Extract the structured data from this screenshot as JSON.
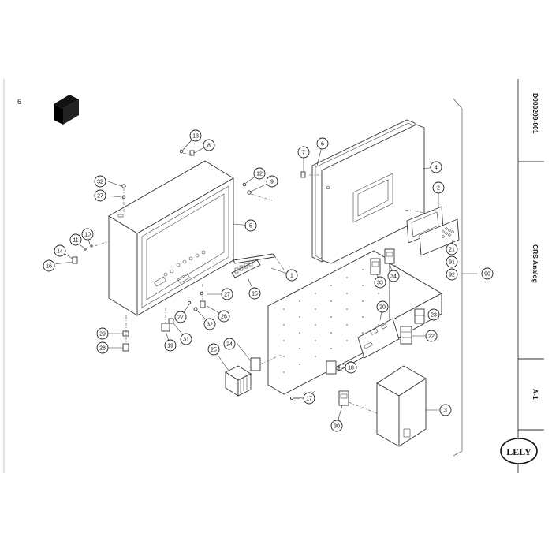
{
  "page": {
    "number": "6"
  },
  "title_block": {
    "document_number": "D000209-001",
    "product": "CRS Analog",
    "sheet": "A-1",
    "logo_text": "LELY"
  },
  "callouts": [
    {
      "id": "c1",
      "label": "1"
    },
    {
      "id": "c2",
      "label": "2"
    },
    {
      "id": "c3",
      "label": "3"
    },
    {
      "id": "c4",
      "label": "4"
    },
    {
      "id": "c5",
      "label": "5"
    },
    {
      "id": "c6",
      "label": "6"
    },
    {
      "id": "c7",
      "label": "7"
    },
    {
      "id": "c8",
      "label": "8"
    },
    {
      "id": "c9",
      "label": "9"
    },
    {
      "id": "c10",
      "label": "10"
    },
    {
      "id": "c11",
      "label": "11"
    },
    {
      "id": "c12",
      "label": "12"
    },
    {
      "id": "c13",
      "label": "13"
    },
    {
      "id": "c14",
      "label": "14"
    },
    {
      "id": "c15",
      "label": "15"
    },
    {
      "id": "c16",
      "label": "16"
    },
    {
      "id": "c17",
      "label": "17"
    },
    {
      "id": "c18",
      "label": "18"
    },
    {
      "id": "c19",
      "label": "19"
    },
    {
      "id": "c20",
      "label": "20"
    },
    {
      "id": "c21",
      "label": "21"
    },
    {
      "id": "c22",
      "label": "22"
    },
    {
      "id": "c23",
      "label": "23"
    },
    {
      "id": "c24",
      "label": "24"
    },
    {
      "id": "c25",
      "label": "25"
    },
    {
      "id": "c26",
      "label": "26"
    },
    {
      "id": "c27a",
      "label": "27"
    },
    {
      "id": "c27b",
      "label": "27"
    },
    {
      "id": "c27c",
      "label": "27"
    },
    {
      "id": "c28",
      "label": "28"
    },
    {
      "id": "c29",
      "label": "29"
    },
    {
      "id": "c30",
      "label": "30"
    },
    {
      "id": "c31",
      "label": "31"
    },
    {
      "id": "c32a",
      "label": "32"
    },
    {
      "id": "c32b",
      "label": "32"
    },
    {
      "id": "c33",
      "label": "33"
    },
    {
      "id": "c34",
      "label": "34"
    },
    {
      "id": "c90",
      "label": "90"
    },
    {
      "id": "c91",
      "label": "91"
    },
    {
      "id": "c92",
      "label": "92"
    }
  ]
}
